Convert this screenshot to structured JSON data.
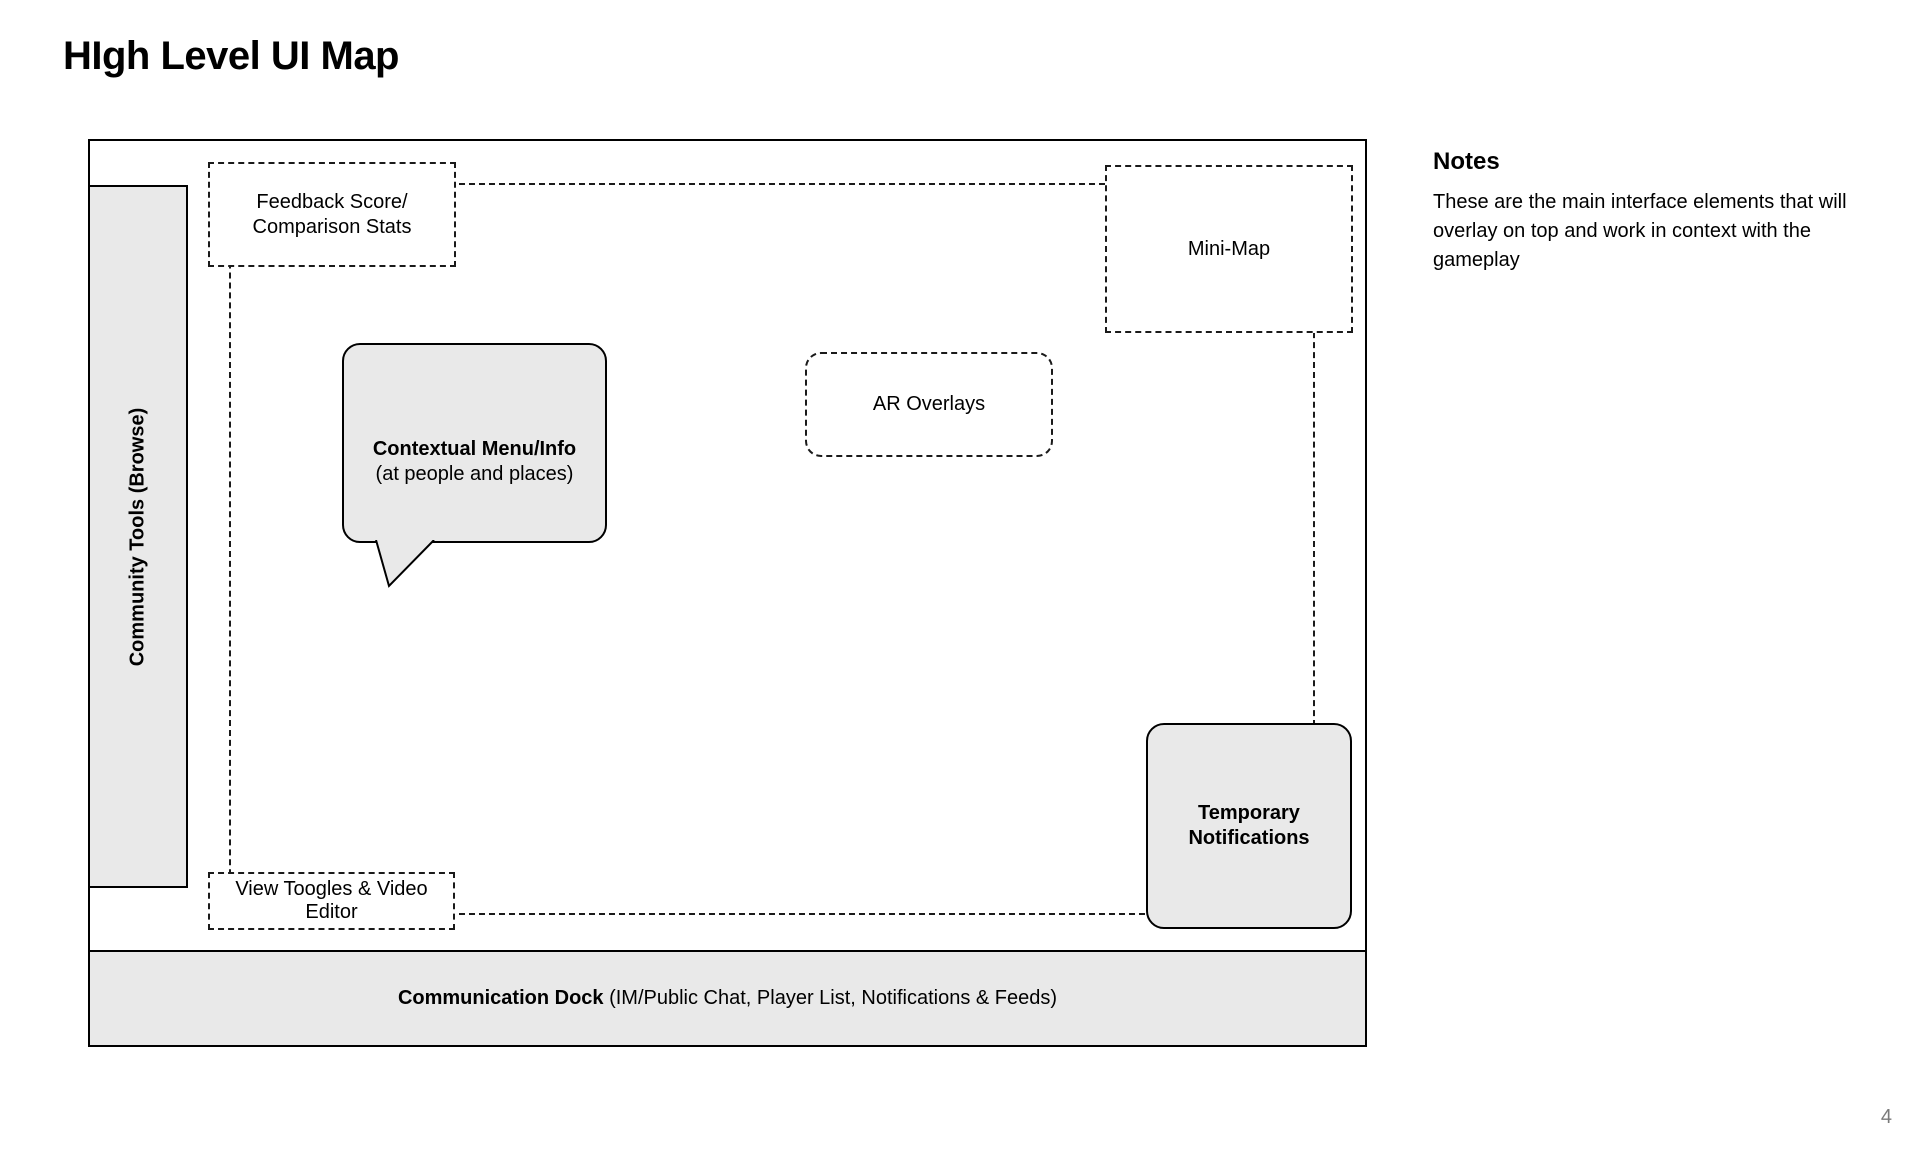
{
  "page": {
    "title": "HIgh Level UI Map",
    "page_number": "4"
  },
  "notes": {
    "heading": "Notes",
    "body": "These are the main interface elements that will overlay on top and work in context with the gameplay"
  },
  "diagram": {
    "community_tools": {
      "label": "Community Tools (Browse)"
    },
    "feedback_stats": {
      "line1": "Feedback Score/",
      "line2": "Comparison Stats"
    },
    "mini_map": {
      "label": "Mini-Map"
    },
    "ar_overlays": {
      "label": "AR Overlays"
    },
    "contextual_menu": {
      "line1": "Contextual Menu/Info",
      "line2": "(at people and places)"
    },
    "view_toggles": {
      "line1": "View Toogles & Video",
      "line2": "Editor"
    },
    "temporary_notifications": {
      "line1": "Temporary",
      "line2": "Notifications"
    },
    "communication_dock": {
      "bold": "Communication Dock",
      "rest": " (IM/Public Chat, Player List, Notifications & Feeds)"
    }
  },
  "colors": {
    "fill_gray": "#e9e9e9",
    "border_black": "#000000",
    "dashed_border": "#1a1a1a",
    "page_number_gray": "#7a7a7a"
  }
}
